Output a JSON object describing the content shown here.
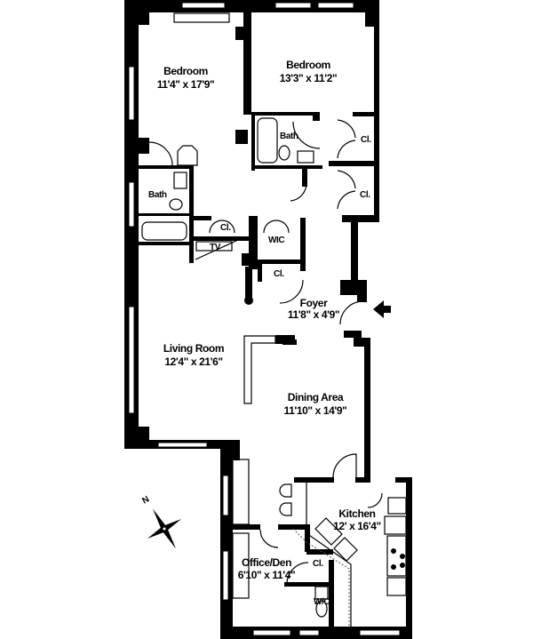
{
  "plan": {
    "rooms": [
      {
        "id": "bedroom-1",
        "name": "Bedroom",
        "dims": "11'4\" x 17'9\""
      },
      {
        "id": "bedroom-2",
        "name": "Bedroom",
        "dims": "13'3\" x 11'2\""
      },
      {
        "id": "living-room",
        "name": "Living Room",
        "dims": "12'4\" x 21'6\""
      },
      {
        "id": "foyer",
        "name": "Foyer",
        "dims": "11'8\" x 4'9\""
      },
      {
        "id": "dining-area",
        "name": "Dining Area",
        "dims": "11'10\" x 14'9\""
      },
      {
        "id": "kitchen",
        "name": "Kitchen",
        "dims": "12' x 16'4\""
      },
      {
        "id": "office-den",
        "name": "Office/Den",
        "dims": "6'10\" x 11'4\""
      }
    ],
    "small_labels": {
      "bath_upper": "Bath",
      "bath_lower": "Bath",
      "closet_upper_right": "Cl.",
      "closet_lower_right": "Cl.",
      "closet_hall": "Cl.",
      "closet_foyer": "Cl.",
      "closet_office": "Cl.",
      "wic_hall": "WIC",
      "wc_office": "W/C",
      "tv": "TV"
    },
    "compass": {
      "label": "N",
      "icon": "compass-rose"
    },
    "entry": {
      "icon": "entry-arrow"
    }
  }
}
